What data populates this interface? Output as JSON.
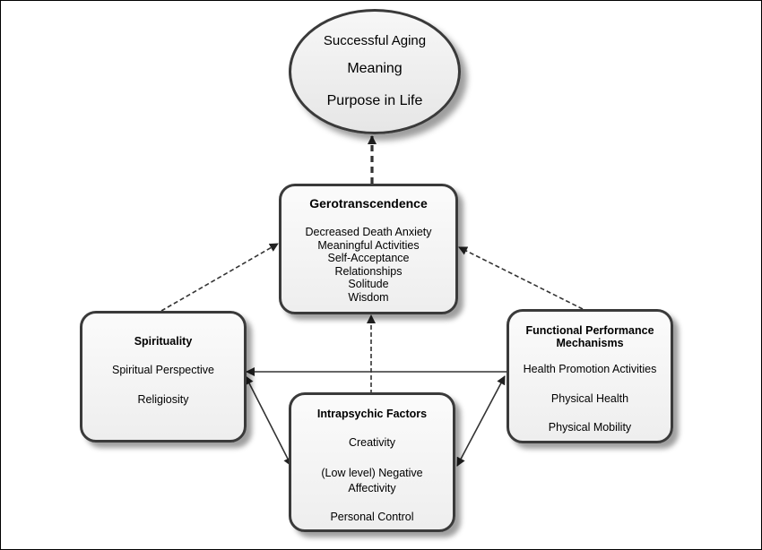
{
  "nodes": {
    "aging": {
      "title": "Successful Aging",
      "items": [
        "Meaning",
        "Purpose in Life"
      ]
    },
    "gero": {
      "title": "Gerotranscendence",
      "items": [
        "Decreased Death Anxiety",
        "Meaningful Activities",
        "Self-Acceptance",
        "Relationships",
        "Solitude",
        "Wisdom"
      ]
    },
    "spirit": {
      "title": "Spirituality",
      "items": [
        "Spiritual Perspective",
        "Religiosity"
      ]
    },
    "intra": {
      "title": "Intrapsychic Factors",
      "items": [
        "Creativity",
        "(Low level) Negative Affectivity",
        "Personal Control"
      ]
    },
    "func": {
      "title": "Functional Performance Mechanisms",
      "items": [
        "Health Promotion Activities",
        "Physical Health",
        "Physical Mobility"
      ]
    }
  },
  "colors": {
    "border": "#3a3a3a",
    "line": "#333333",
    "fill": "#eeeeee"
  }
}
